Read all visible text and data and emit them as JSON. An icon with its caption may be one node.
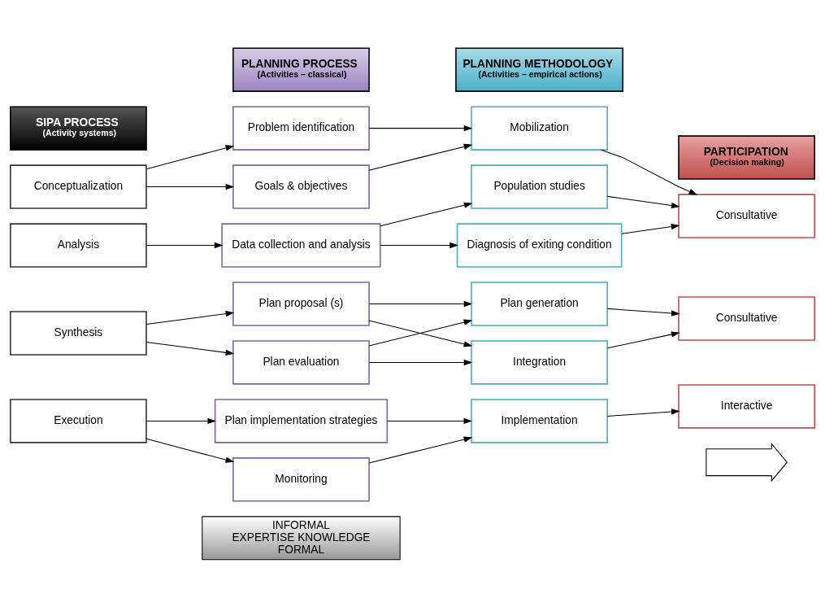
{
  "diagram": {
    "nodes": [
      {
        "text": [
          "SIPA PROCESS",
          "(Activity systems)"
        ]
      },
      {
        "text": [
          "PLANNING PROCESS",
          "(Activities – classical)"
        ]
      },
      {
        "text": [
          "PLANNING METHODOLOGY",
          "(Activities – empirical actions)"
        ]
      },
      {
        "text": [
          "PARTICIPATION",
          "(Decision making)"
        ]
      },
      {
        "text": [
          "Conceptualization"
        ]
      },
      {
        "text": [
          "Analysis"
        ]
      },
      {
        "text": [
          "Synthesis"
        ]
      },
      {
        "text": [
          "Execution"
        ]
      },
      {
        "text": [
          "Problem identification"
        ]
      },
      {
        "text": [
          "Goals & objectives"
        ]
      },
      {
        "text": [
          "Data collection and analysis"
        ]
      },
      {
        "text": [
          "Plan proposal (s)"
        ]
      },
      {
        "text": [
          "Plan evaluation"
        ]
      },
      {
        "text": [
          "Plan implementation strategies"
        ]
      },
      {
        "text": [
          "Monitoring"
        ]
      },
      {
        "text": [
          "Mobilization"
        ]
      },
      {
        "text": [
          "Population studies"
        ]
      },
      {
        "text": [
          "Diagnosis of exiting condition"
        ]
      },
      {
        "text": [
          "Plan generation"
        ]
      },
      {
        "text": [
          "Integration"
        ]
      },
      {
        "text": [
          "Implementation"
        ]
      },
      {
        "text": [
          "Consultative"
        ]
      },
      {
        "text": [
          "Consultative"
        ]
      },
      {
        "text": [
          "Interactive"
        ]
      },
      {
        "text": [
          "INFORMAL",
          "EXPERTISE KNOWLEDGE",
          "FORMAL"
        ]
      },
      {
        "text": [],
        "shape": "arrow"
      }
    ],
    "edges": [
      {
        "from": 4,
        "to": 8,
        "arrow": "to"
      },
      {
        "from": 4,
        "to": 9,
        "arrow": "to"
      },
      {
        "from": 5,
        "to": 10,
        "arrow": "to"
      },
      {
        "from": 6,
        "to": 11,
        "arrow": "to"
      },
      {
        "from": 6,
        "to": 12,
        "arrow": "to"
      },
      {
        "from": 7,
        "to": 13,
        "arrow": "to"
      },
      {
        "from": 7,
        "to": 14,
        "arrow": "to"
      },
      {
        "from": 8,
        "to": 15,
        "arrow": "to"
      },
      {
        "from": 9,
        "to": 15,
        "arrow": "to"
      },
      {
        "from": 10,
        "to": 16,
        "arrow": "to"
      },
      {
        "from": 10,
        "to": 17,
        "arrow": "to"
      },
      {
        "from": 11,
        "to": 18,
        "arrow": "to"
      },
      {
        "from": 11,
        "to": 19,
        "arrow": "to"
      },
      {
        "from": 12,
        "to": 18,
        "arrow": "to"
      },
      {
        "from": 12,
        "to": 19,
        "arrow": "to"
      },
      {
        "from": 13,
        "to": 20,
        "arrow": "to"
      },
      {
        "from": 14,
        "to": 20,
        "arrow": "to"
      },
      {
        "from": 15,
        "to": 21,
        "arrow": "to"
      },
      {
        "from": 16,
        "to": 21,
        "arrow": "to"
      },
      {
        "from": 17,
        "to": 21,
        "arrow": "to"
      },
      {
        "from": 18,
        "to": 22,
        "arrow": "to"
      },
      {
        "from": 19,
        "to": 22,
        "arrow": "to"
      },
      {
        "from": 20,
        "to": 23,
        "arrow": "to"
      }
    ]
  }
}
